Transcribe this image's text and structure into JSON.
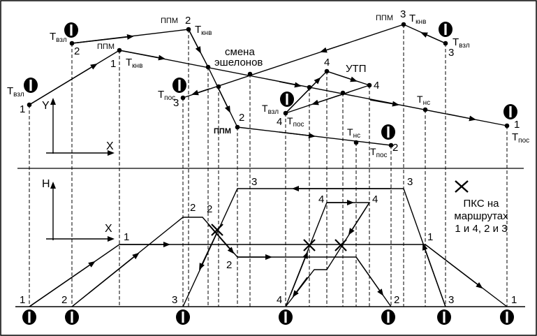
{
  "upper": {
    "axis_y": "Y",
    "axis_x": "X",
    "labels": {
      "tvzl": "Т",
      "tvzl_sub": "взл",
      "tknv": "Т",
      "tknv_sub": "кнв",
      "tpos": "Т",
      "tpos_sub": "пос",
      "tns": "Т",
      "tns_sub": "нс",
      "ppm": "ППМ",
      "smena1": "смена",
      "smena2": "эшелонов",
      "utp": "УТП"
    },
    "numbers": [
      "1",
      "2",
      "3",
      "4"
    ]
  },
  "lower": {
    "axis_h": "H",
    "axis_x": "X",
    "legend_lines": [
      "ПКС на",
      "маршрутах",
      "1 и 4, 2 и 3"
    ],
    "numbers": [
      "1",
      "2",
      "3",
      "4"
    ]
  },
  "icons": {
    "airfield": "airfield-icon",
    "crossing": "crossing-icon"
  }
}
